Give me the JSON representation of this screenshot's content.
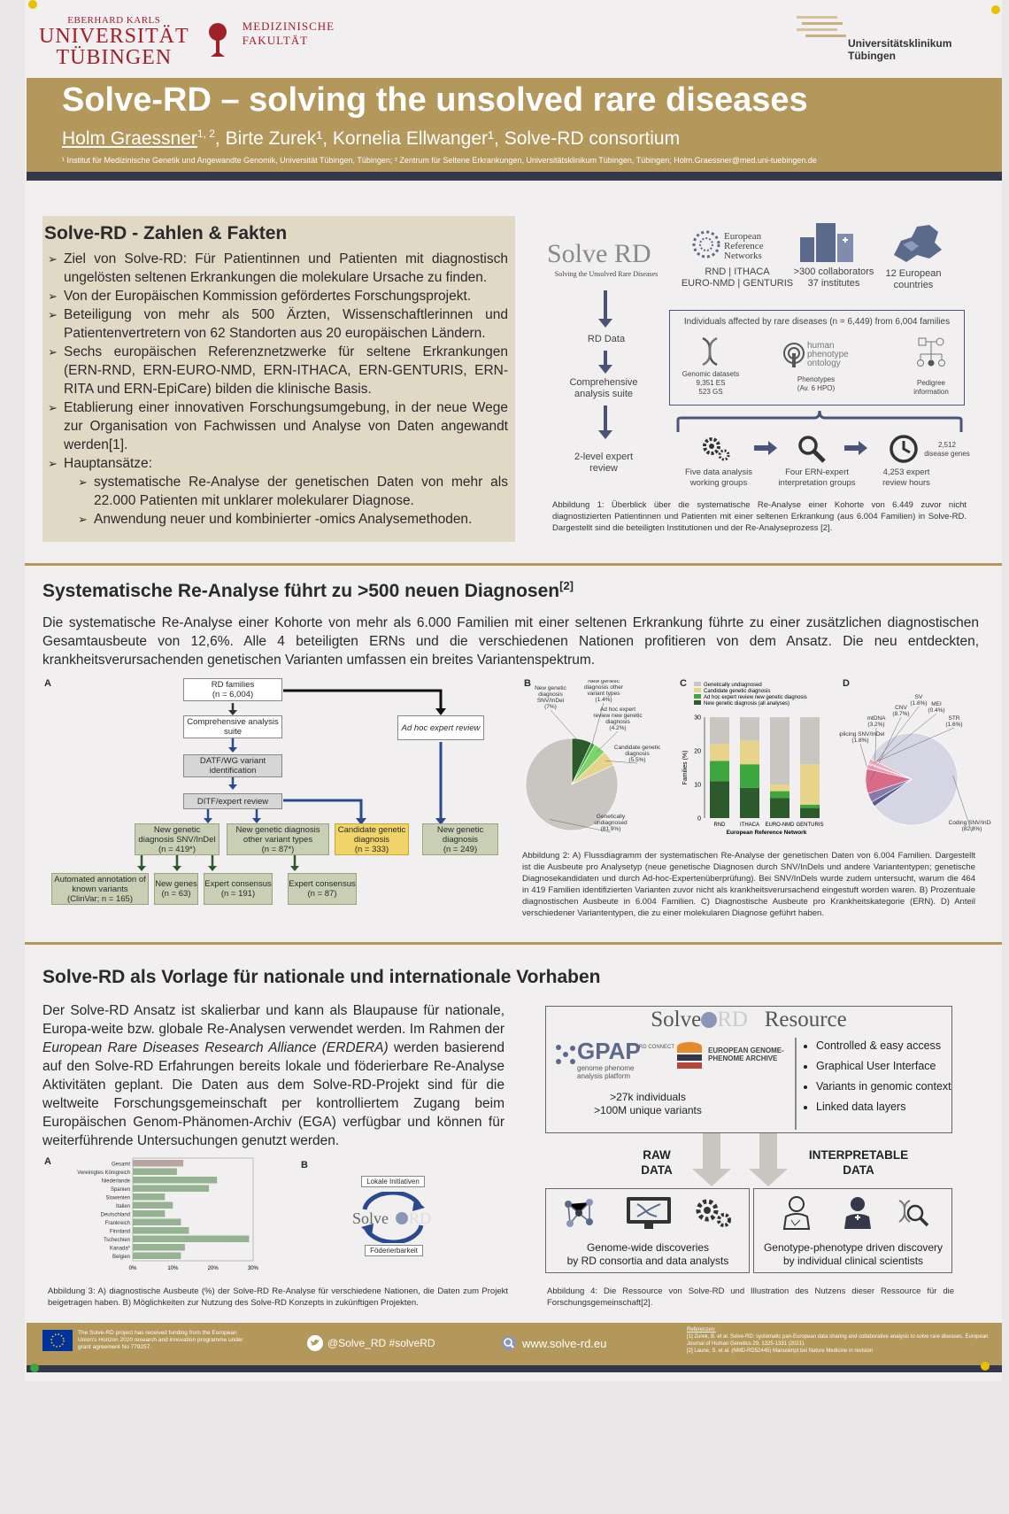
{
  "header": {
    "uni_small": "EBERHARD KARLS",
    "uni_big": "UNIVERSITÄT",
    "uni_big2": "TÜBINGEN",
    "medfak": "MEDIZINISCHE FAKULTÄT",
    "ukt": "Universitätsklinikum Tübingen"
  },
  "banner": {
    "title": "Solve-RD – solving the unsolved rare diseases",
    "author1": "Holm Graessner",
    "author1_sup": "1, 2",
    "authors_rest": ", Birte Zurek¹, Kornelia Ellwanger¹, Solve-RD consortium",
    "affiliation": "¹ Institut für Medizinische Genetik und Angewandte Genomik, Universität Tübingen, Tübingen; ² Zentrum für Seltene Erkrankungen, Universitätsklinikum Tübingen, Tübingen; Holm.Graessner@med.uni-tuebingen.de"
  },
  "facts": {
    "heading": "Solve-RD -  Zahlen & Fakten",
    "items": [
      "Ziel von Solve-RD: Für Patientinnen und Patienten mit diagnostisch ungelösten seltenen Erkrankungen die molekulare Ursache zu finden.",
      "Von der Europäischen Kommission gefördertes Forschungsprojekt.",
      "Beteiligung von mehr als 500 Ärzten, Wissenschaftlerinnen und Patientenvertretern von 62 Standorten aus 20 europäischen Ländern.",
      "Sechs europäischen Referenznetzwerke für seltene Erkrankungen (ERN-RND, ERN-EURO-NMD, ERN-ITHACA, ERN-GENTURIS, ERN-RITA und ERN-EpiCare) bilden die klinische Basis.",
      "Etablierung einer innovativen Forschungsumgebung, in der neue Wege zur Organisation von Fachwissen und Analyse von Daten angewandt werden[1].",
      "Hauptansätze:"
    ],
    "subitems": [
      "systematische Re-Analyse der genetischen Daten von mehr als 22.000 Patienten mit unklarer molekularer Diagnose.",
      "Anwendung neuer und kombinierter -omics Analysemethoden."
    ]
  },
  "fig1": {
    "solve_logo": "Solve RD",
    "solve_tag": "Solving the Unsolved Rare Diseases",
    "ern_title": "European Reference Networks",
    "ern_list": "RND | ITHACA",
    "ern_list2": "EURO-NMD | GENTURIS",
    "collab": ">300 collaborators",
    "collab2": "37 institutes",
    "countries": "12 European",
    "countries2": "countries",
    "rd_data": "RD Data",
    "suite": "Comprehensive analysis suite",
    "review": "2-level expert review",
    "individuals": "Individuals affected by rare diseases (n = 6,449) from 6,004 families",
    "genomic": "Genomic datasets",
    "genomic2": "9,351 ES",
    "genomic3": "523 GS",
    "hpo": "human phenotype ontology",
    "phenotypes": "Phenotypes",
    "phenotypes2": "(Av. 6 HPO)",
    "pedigree": "Pedigree",
    "pedigree2": "information",
    "wg": "Five data analysis",
    "wg2": "working groups",
    "ern_expert": "Four ERN-expert",
    "ern_expert2": "interpretation groups",
    "hours": "4,253 expert",
    "hours2": "review hours",
    "genes": "2,512",
    "genes2": "disease genes",
    "caption": "Abbildung 1: Überblick über die systematische Re-Analyse einer Kohorte von 6.449 zuvor nicht diagnostizierten Patientinnen und Patienten mit einer seltenen Erkrankung (aus 6.004 Familien) in Solve-RD. Dargestellt sind die beteiligten Institutionen und der Re-Analyseprozess [2]."
  },
  "section2": {
    "heading": "Systematische Re-Analyse führt zu >500 neuen Diagnosen",
    "heading_sup": "[2]",
    "body": "Die systematische Re-Analyse einer Kohorte von mehr als 6.000 Familien mit einer seltenen Erkrankung führte zu einer zusätzlichen diagnostischen Gesamtausbeute von 12,6%. Alle 4 beteiligten ERNs und die verschiedenen Nationen profitieren von dem Ansatz. Die neu entdeckten, krankheitsverursachenden genetischen Varianten umfassen ein breites Variantenspektrum.",
    "flow": {
      "letter": "A",
      "rd": "RD families",
      "rd_n": "(n = 6,004)",
      "suite": "Comprehensive analysis suite",
      "datf": "DATF/WG variant identification",
      "ditf": "DITF/expert review",
      "adhoc": "Ad hoc expert review",
      "snv": "New genetic diagnosis SNV/InDel",
      "snv_n": "(n = 419*)",
      "other": "New genetic diagnosis other variant types",
      "other_n": "(n = 87*)",
      "cand": "Candidate genetic diagnosis",
      "cand_n": "(n = 333)",
      "newdx": "New genetic diagnosis",
      "newdx_n": "(n = 249)",
      "auto": "Automated annotation of known variants",
      "auto_n": "(ClinVar; n = 165)",
      "genes": "New genes",
      "genes_n": "(n = 63)",
      "expert": "Expert consensus",
      "expert_n": "(n = 191)",
      "expert2": "Expert consensus",
      "expert2_n": "(n = 87)"
    },
    "caption": "Abbildung 2: A) Flussdiagramm der systematischen Re-Analyse der genetischen Daten von 6.004 Familien. Dargestellt ist die Ausbeute pro Analysetyp (neue genetische Diagnosen durch SNV/InDels und andere Variantentypen; genetische Diagnosekandidaten und durch Ad-hoc-Expertenüberprüfung). Bei SNV/InDels wurde zudem untersucht, warum die 464 in 419 Familien identifizierten Varianten zuvor nicht als krankheitsverursachend eingestuft worden waren. B) Prozentuale diagnostischen Ausbeute in 6.004 Familien. C) Diagnostische Ausbeute pro Krankheitskategorie (ERN). D) Anteil verschiedener Variantentypen, die zu einer molekularen Diagnose geführt haben."
  },
  "section3": {
    "heading": "Solve-RD als Vorlage für nationale und internationale Vorhaben",
    "body1": "Der Solve-RD Ansatz ist skalierbar und kann als Blaupause für nationale, Europa-weite bzw. globale Re-Analysen verwendet werden. Im Rahmen der ",
    "body_it": "European Rare Diseases Research Alliance (ERDERA)",
    "body2": " werden basierend auf den Solve-RD Erfahrungen bereits lokale und föderierbare Re-Analyse Aktivitäten geplant. Die Daten aus dem Solve-RD-Projekt sind für die weltweite Forschungsgemeinschaft per kontrolliertem Zugang beim Europäischen Genom-Phänomen-Archiv (EGA) verfügbar und können für weiterführende Untersuchungen genutzt werden.",
    "fig3_letter_a": "A",
    "fig3_letter_b": "B",
    "lokale": "Lokale Initiativen",
    "foeder": "Föderierbarkeit",
    "caption3": "Abbildung 3: A) diagnostische Ausbeute (%) der Solve-RD Re-Analyse für verschiedene Nationen, die Daten zum Projekt beigetragen haben. B) Möglichkeiten zur Nutzung des Solve-RD Konzepts in zukünftigen Projekten.",
    "resource": {
      "title_solve": "Solve",
      "title_rd": "RD",
      "title_res": "Resource",
      "gpap": "GPAP",
      "gpap_sub": "genome phenome analysis platform",
      "rd_connect": "RD CONNECT",
      "ega": "EUROPEAN GENOME-PHENOME ARCHIVE",
      "stats1": ">27k individuals",
      "stats2": ">100M unique variants",
      "bullets": [
        "Controlled & easy access",
        "Graphical User Interface",
        "Variants in genomic context",
        "Linked data layers"
      ],
      "raw1": "RAW",
      "raw2": "DATA",
      "interp1": "INTERPRETABLE",
      "interp2": "DATA",
      "disc1": "Genome-wide discoveries",
      "disc2": "by RD consortia and data analysts",
      "geno1": "Genotype-phenotype driven discovery",
      "geno2": "by individual clinical scientists"
    },
    "caption4": "Abbildung 4: Die Ressource von Solve-RD und Illustration des Nutzens dieser Ressource für die Forschungsgemeinschaft[2]."
  },
  "footer": {
    "eu": "The Solve-RD project has received funding from the European Union's Horizon 2020 research and innovation programme under grant agreement No 779257.",
    "twitter": "@Solve_RD  #solveRD",
    "web": "www.solve-rd.eu",
    "ref_title": "Referenzen:",
    "ref1": "[1] Zurek, B. et al. Solve-RD: systematic pan-European data sharing and collaborative analysis to solve rare diseases. European Journal of Human Genetics 29, 1325-1331 (2021).",
    "ref2": "[2] Laurie, S. et al. (NMD-RD52445) Manuskript bei Nature Medicine in revision"
  },
  "colors": {
    "gold": "#b4975a",
    "navy": "#34384a",
    "red": "#a0202a",
    "green_dark": "#2d5a2d",
    "green_light": "#3ea63e",
    "sand": "#e8d38a"
  },
  "chart_data": [
    {
      "type": "pie",
      "panel": "B",
      "labels": [
        "New genetic diagnosis SNV/InDel",
        "New genetic diagnosis other variant types",
        "Ad hoc expert review new genetic diagnosis",
        "Candidate genetic diagnosis",
        "Genetically undiagnosed"
      ],
      "values": [
        7,
        1.4,
        4.2,
        5.5,
        81.9
      ],
      "value_labels": [
        "(7%)",
        "(1.4%)",
        "(4.2%)",
        "(5.5%)",
        "(81.9%)"
      ],
      "colors": [
        "#2d5a2d",
        "#3ea63e",
        "#7ed36a",
        "#e8d38a",
        "#c9c6c1"
      ]
    },
    {
      "type": "bar",
      "panel": "C",
      "stacked": true,
      "categories": [
        "RND",
        "ITHACA",
        "EURO-NMD",
        "GENTURIS"
      ],
      "xlabel": "European Reference Network",
      "ylabel": "Families (%)",
      "ylim": [
        0,
        30
      ],
      "yticks": [
        0,
        10,
        20,
        30
      ],
      "series": [
        {
          "name": "New genetic diagnosis (all analyses)",
          "values": [
            11,
            9,
            6,
            3
          ]
        },
        {
          "name": "Ad hoc expert review new genetic diagnosis",
          "values": [
            6,
            7,
            2,
            1
          ]
        },
        {
          "name": "Candidate genetic diagnosis",
          "values": [
            5,
            7,
            2,
            12
          ]
        },
        {
          "name": "Genetically undiagnosed",
          "values": [
            8,
            7,
            20,
            14
          ]
        }
      ],
      "legend": [
        "Genetically undiagnosed",
        "Candidate genetic diagnosis",
        "Ad hoc expert review new genetic diagnosis",
        "New genetic diagnosis (all analyses)"
      ]
    },
    {
      "type": "pie",
      "panel": "D",
      "labels": [
        "Coding SNV/InDel",
        "Splicing SNV/InDel",
        "mtDNA",
        "CNV",
        "SV",
        "MEI",
        "STR"
      ],
      "values": [
        82.8,
        1.8,
        3.2,
        8.7,
        1.6,
        0.4,
        1.6
      ],
      "value_labels": [
        "(82.8%)",
        "(1.8%)",
        "(3.2%)",
        "(8.7%)",
        "(1.6%)",
        "(0.4%)",
        "(1.6%)"
      ],
      "colors": [
        "#d6d5e3",
        "#5b5c8e",
        "#8a7aa8",
        "#d96b8a",
        "#e89bb3",
        "#c1b3d2",
        "#f1a7b8"
      ]
    },
    {
      "type": "bar",
      "panel": "Abbildung 3 A",
      "orientation": "horizontal",
      "categories": [
        "Gesamt",
        "Vereinigtes Königreich",
        "Niederlande",
        "Spanien",
        "Slowenien",
        "Italien",
        "Deutschland",
        "Frankreich",
        "Finnland",
        "Tschechien",
        "Kanada*",
        "Belgien"
      ],
      "values": [
        12.6,
        11,
        21,
        19,
        8,
        10,
        8,
        12,
        14,
        29,
        13,
        12
      ],
      "xticks": [
        "0%",
        "10%",
        "20%",
        "30%"
      ],
      "xlim": [
        0,
        30
      ]
    }
  ]
}
